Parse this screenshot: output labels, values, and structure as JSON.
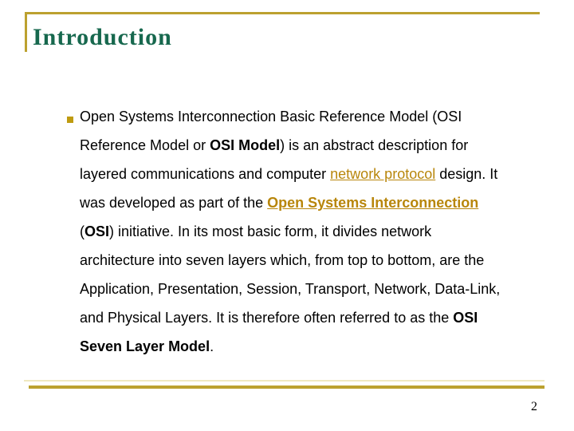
{
  "slide": {
    "title": "Introduction",
    "page_number": "2",
    "colors": {
      "title_green": "#17684E",
      "gold": "#BCA12F",
      "pale_gold": "#EFE8C0",
      "link_gold": "#B8860B",
      "bullet_gold": "#BF9B10",
      "text": "#000000",
      "background": "#FFFFFF"
    },
    "bullet": {
      "icon": "square-bullet-icon"
    },
    "paragraph": {
      "lines": [
        [
          {
            "t": "Open Systems Interconnection Basic Reference Model (OSI",
            "s": "n"
          }
        ],
        [
          {
            "t": "Reference Model or ",
            "s": "n"
          },
          {
            "t": "OSI Model",
            "s": "b"
          },
          {
            "t": ") is an abstract description for",
            "s": "n"
          }
        ],
        [
          {
            "t": "layered communications and computer ",
            "s": "n"
          },
          {
            "t": "network protocol",
            "s": "l"
          },
          {
            "t": " design. It",
            "s": "n"
          }
        ],
        [
          {
            "t": "was developed as part of the ",
            "s": "n"
          },
          {
            "t": "Open Systems Interconnection",
            "s": "bl"
          }
        ],
        [
          {
            "t": "(",
            "s": "n"
          },
          {
            "t": "OSI",
            "s": "b"
          },
          {
            "t": ") initiative. In its most basic form, it divides network",
            "s": "n"
          }
        ],
        [
          {
            "t": "architecture into seven layers which, from top to bottom, are the",
            "s": "n"
          }
        ],
        [
          {
            "t": "Application, Presentation, Session, Transport, Network, Data-Link,",
            "s": "n"
          }
        ],
        [
          {
            "t": "and Physical Layers. It is therefore often referred to as the ",
            "s": "n"
          },
          {
            "t": "OSI",
            "s": "b"
          }
        ],
        [
          {
            "t": "Seven Layer Model",
            "s": "b"
          },
          {
            "t": ".",
            "s": "n"
          }
        ]
      ]
    }
  }
}
